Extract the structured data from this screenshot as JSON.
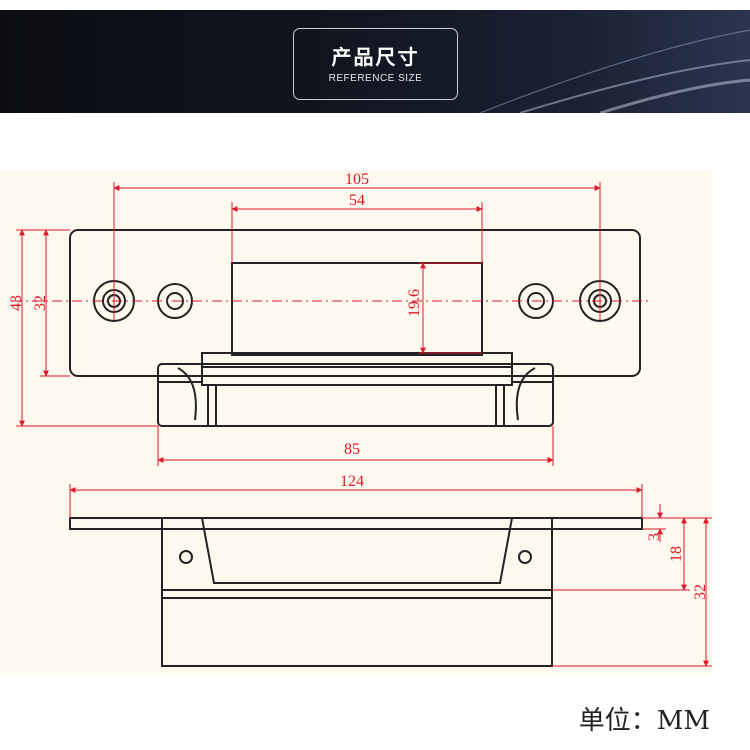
{
  "header": {
    "title": "产品尺寸",
    "subtitle": "REFERENCE SIZE"
  },
  "dimensions": {
    "top_view": {
      "overall_hole_span": "105",
      "inner_width": "54",
      "inner_height": "19.6",
      "plate_height": "43",
      "plate_inner_height": "32",
      "body_width": "85"
    },
    "side_view": {
      "overall_length": "124",
      "plate_thickness": "3",
      "upper_height": "18",
      "total_height": "32"
    }
  },
  "unit": {
    "label": "单位：MM"
  },
  "colors": {
    "dimension_red": "#e0182a",
    "drawing_line": "#222222",
    "drawing_background": "#fdf9ee"
  }
}
